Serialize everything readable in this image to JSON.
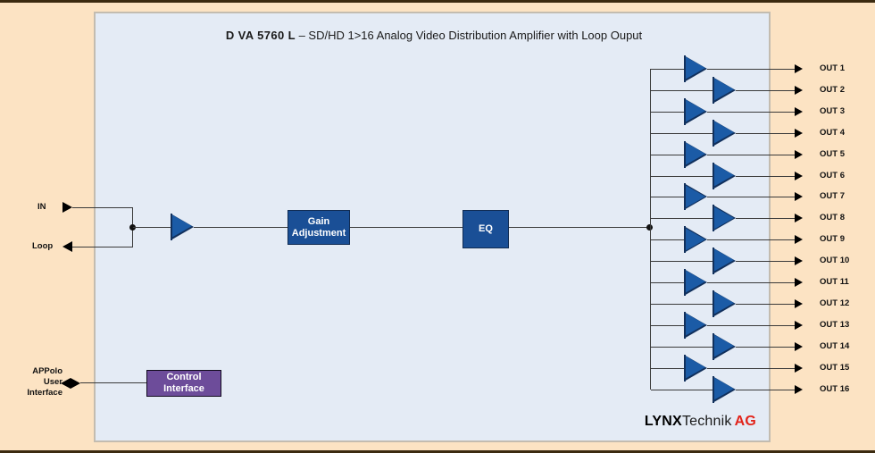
{
  "diagram": {
    "title": {
      "model": "D VA 5760 L",
      "description": "– SD/HD 1>16 Analog Video Distribution Amplifier with Loop Ouput"
    },
    "logo": {
      "lynx": "LYNX",
      "technik": "Technik",
      "ag": "AG"
    },
    "colors": {
      "outer_background": "#fce3c3",
      "panel_background": "#e4ebf5",
      "panel_border": "#c3bcb0",
      "amplifier_fill": "#1b5ba6",
      "amplifier_border": "#11305c",
      "process_box_fill": "#1a4f96",
      "control_box_fill": "#6d4c9a",
      "line": "#3a3a3a",
      "logo_accent": "#e2231a"
    },
    "inputs": [
      {
        "name": "in-port",
        "label": "IN",
        "direction": "in"
      },
      {
        "name": "loop-port",
        "label": "Loop",
        "direction": "out"
      }
    ],
    "control": {
      "external_label_lines": [
        "APPolo",
        "User",
        "Interface"
      ],
      "box_label_lines": [
        "Control",
        "Interface"
      ],
      "connection": "bidirectional"
    },
    "signal_blocks": [
      {
        "name": "gain-adjustment-block",
        "label_lines": [
          "Gain",
          "Adjustment"
        ]
      },
      {
        "name": "eq-block",
        "label_lines": [
          "EQ"
        ]
      }
    ],
    "outputs": [
      {
        "label": "OUT 1"
      },
      {
        "label": "OUT 2"
      },
      {
        "label": "OUT 3"
      },
      {
        "label": "OUT 4"
      },
      {
        "label": "OUT 5"
      },
      {
        "label": "OUT 6"
      },
      {
        "label": "OUT 7"
      },
      {
        "label": "OUT 8"
      },
      {
        "label": "OUT 9"
      },
      {
        "label": "OUT 10"
      },
      {
        "label": "OUT 11"
      },
      {
        "label": "OUT 12"
      },
      {
        "label": "OUT 13"
      },
      {
        "label": "OUT 14"
      },
      {
        "label": "OUT 15"
      },
      {
        "label": "OUT 16"
      }
    ]
  }
}
